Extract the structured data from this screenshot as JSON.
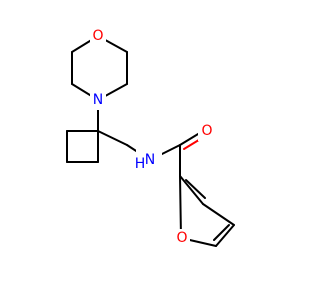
{
  "structure": {
    "atoms": {
      "morpholine_o": "O",
      "morpholine_n": "N",
      "amide_n": "N",
      "amide_h": "H",
      "carbonyl_o": "O",
      "furan_o": "O"
    },
    "colors": {
      "bond": "#000000",
      "nitrogen": "#0000ff",
      "oxygen": "#ff0000",
      "background": "#ffffff"
    }
  }
}
